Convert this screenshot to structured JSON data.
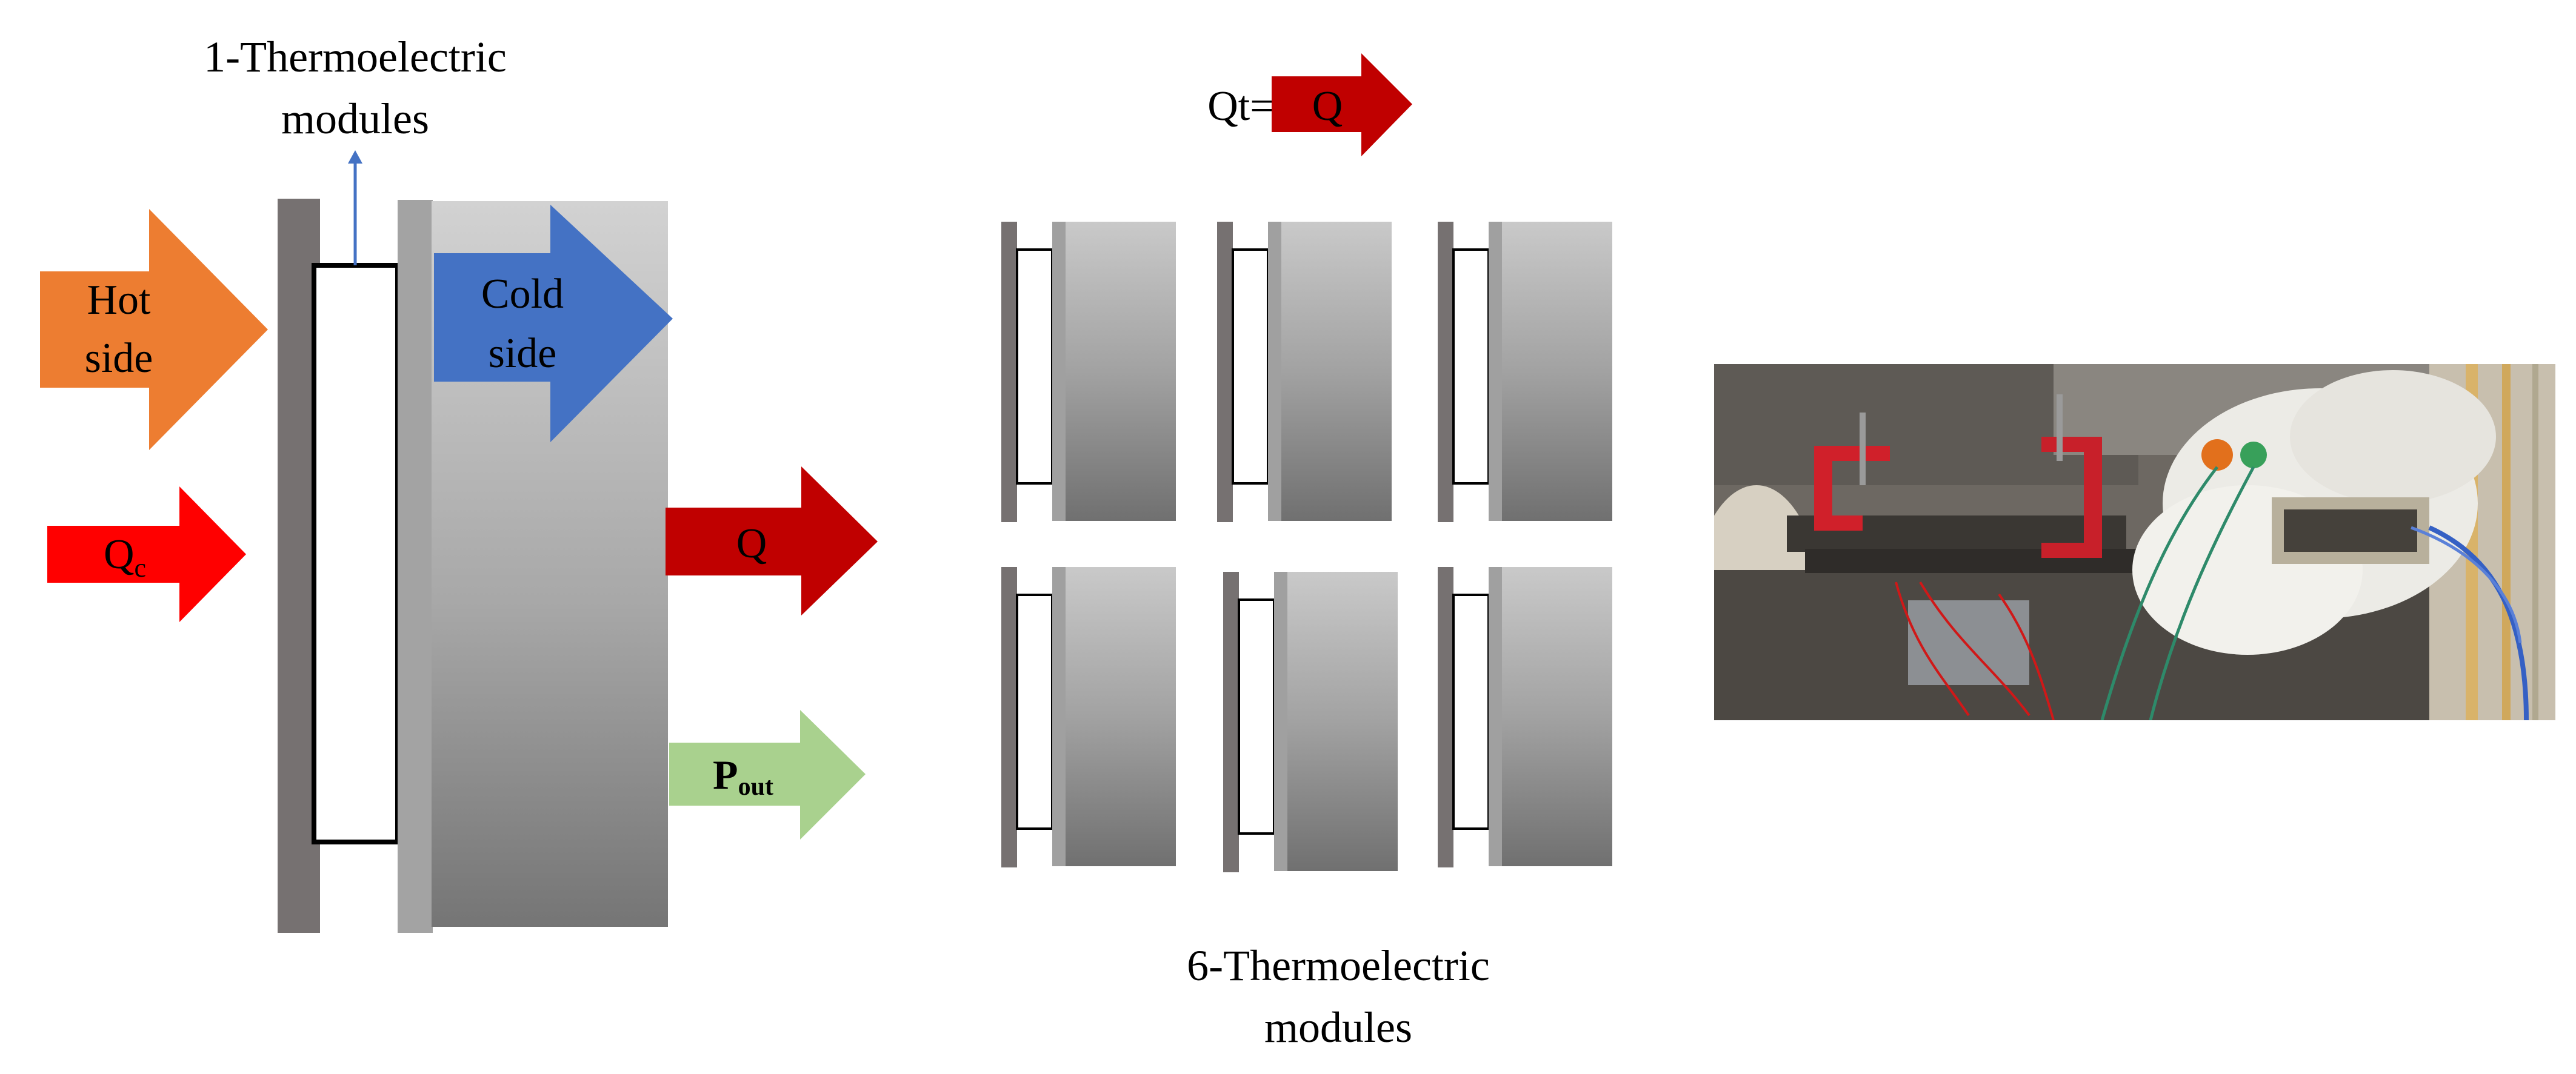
{
  "left_diagram": {
    "title_line1": "1-Thermoelectric",
    "title_line2": "modules",
    "hot_line1": "Hot",
    "hot_line2": "side",
    "cold_line1": "Cold",
    "cold_line2": "side",
    "qc_main": "Q",
    "qc_sub": "c",
    "q_label": "Q",
    "pout_main": "P",
    "pout_sub": "out"
  },
  "middle_diagram": {
    "qt_label": "Qt=6*",
    "q_label": "Q",
    "caption_line1": "6-Thermoelectric",
    "caption_line2": "modules",
    "module_count": 6
  },
  "colors": {
    "hot_arrow": "#ED7D31",
    "cold_arrow": "#4472C4",
    "qc_arrow": "#FF0000",
    "q_arrow": "#C00000",
    "pout_arrow": "#A9D18E",
    "pointer_arrow": "#4472C4",
    "plate_dark": "#767171"
  }
}
